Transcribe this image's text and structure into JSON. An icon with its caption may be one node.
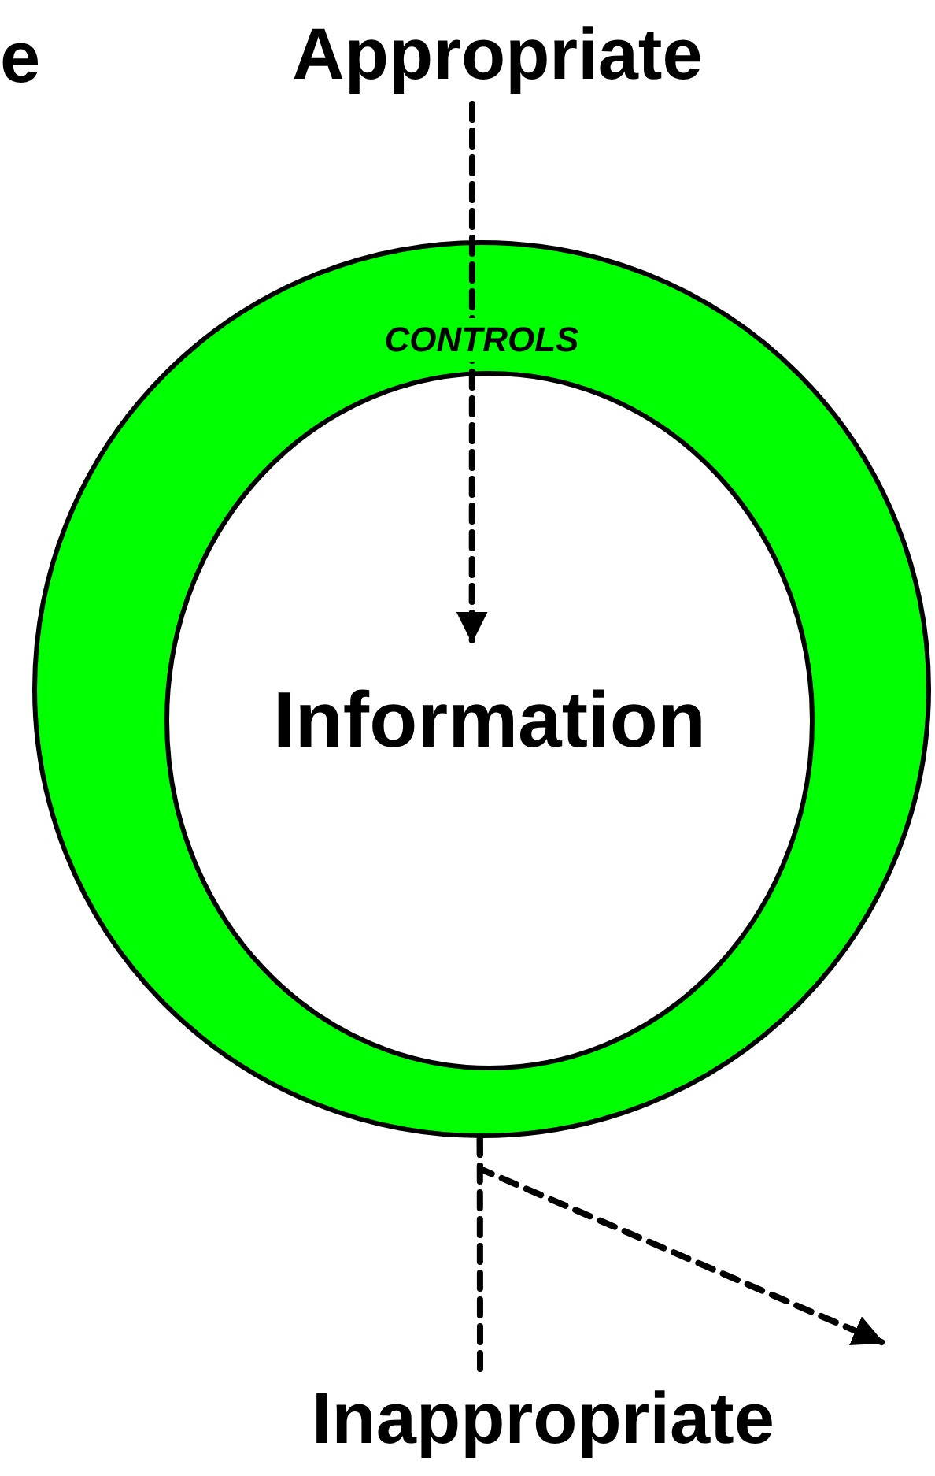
{
  "diagram": {
    "nodes": [
      {
        "text": [
          "Appropriate"
        ]
      },
      {
        "text": [
          "CONTROLS"
        ]
      },
      {
        "text": [
          "Information"
        ],
        "in": 1
      },
      {
        "text": [
          "Inappropriate"
        ]
      }
    ],
    "edges": [
      {
        "from": 0,
        "to": 2,
        "arrow": "to",
        "style": "dashed"
      },
      {
        "from": 1,
        "to": 3,
        "arrow": "none",
        "style": "dashed"
      },
      {
        "from": 1,
        "to": null,
        "arrow": "to",
        "style": "dashed"
      }
    ],
    "labels": [
      "e"
    ]
  }
}
